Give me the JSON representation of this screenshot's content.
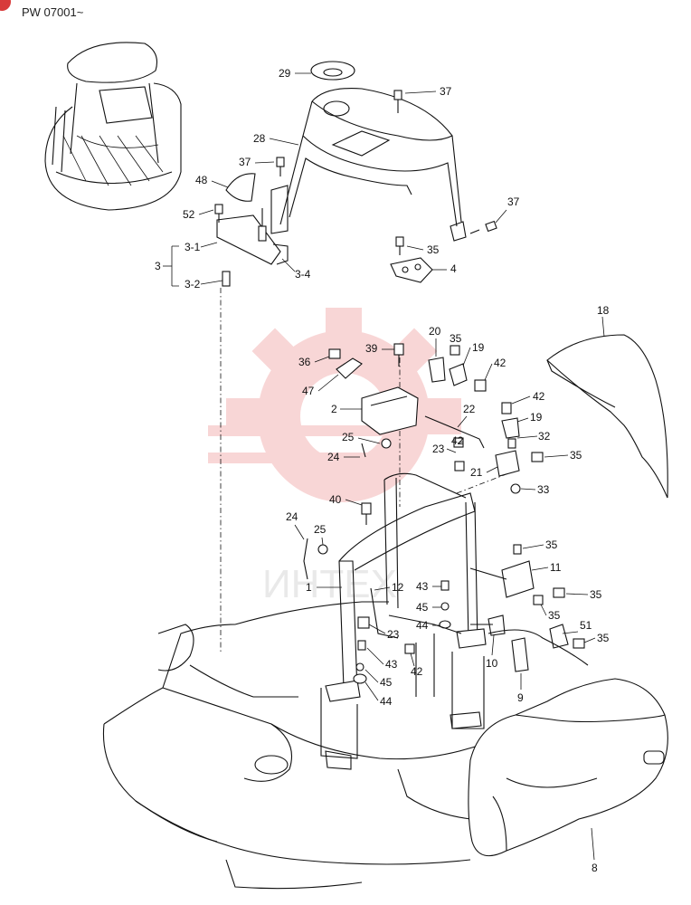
{
  "header": {
    "serial_range": "PW 07001~"
  },
  "watermark": {
    "text": "ИНТЕХ",
    "color": "#f2b5b5"
  },
  "callouts": [
    {
      "id": "c29",
      "label": "29"
    },
    {
      "id": "c37a",
      "label": "37"
    },
    {
      "id": "c28",
      "label": "28"
    },
    {
      "id": "c37b",
      "label": "37"
    },
    {
      "id": "c48",
      "label": "48"
    },
    {
      "id": "c52",
      "label": "52"
    },
    {
      "id": "c37c",
      "label": "37"
    },
    {
      "id": "c35a",
      "label": "35"
    },
    {
      "id": "c4",
      "label": "4"
    },
    {
      "id": "c3-1",
      "label": "3-1"
    },
    {
      "id": "c3",
      "label": "3"
    },
    {
      "id": "c3-2",
      "label": "3-2"
    },
    {
      "id": "c3-4",
      "label": "3-4"
    },
    {
      "id": "c18",
      "label": "18"
    },
    {
      "id": "c20",
      "label": "20"
    },
    {
      "id": "c35b",
      "label": "35"
    },
    {
      "id": "c19a",
      "label": "19"
    },
    {
      "id": "c42a",
      "label": "42"
    },
    {
      "id": "c36",
      "label": "36"
    },
    {
      "id": "c39",
      "label": "39"
    },
    {
      "id": "c47",
      "label": "47"
    },
    {
      "id": "c42b",
      "label": "42"
    },
    {
      "id": "c2",
      "label": "2"
    },
    {
      "id": "c22",
      "label": "22"
    },
    {
      "id": "c19b",
      "label": "19"
    },
    {
      "id": "c25a",
      "label": "25"
    },
    {
      "id": "c42c",
      "label": "42"
    },
    {
      "id": "c32",
      "label": "32"
    },
    {
      "id": "c24a",
      "label": "24"
    },
    {
      "id": "c23a",
      "label": "23"
    },
    {
      "id": "c21",
      "label": "21"
    },
    {
      "id": "c35c",
      "label": "35"
    },
    {
      "id": "c33",
      "label": "33"
    },
    {
      "id": "c40",
      "label": "40"
    },
    {
      "id": "c24b",
      "label": "24"
    },
    {
      "id": "c25b",
      "label": "25"
    },
    {
      "id": "c35d",
      "label": "35"
    },
    {
      "id": "c11",
      "label": "11"
    },
    {
      "id": "c1",
      "label": "1"
    },
    {
      "id": "c12",
      "label": "12"
    },
    {
      "id": "c43a",
      "label": "43"
    },
    {
      "id": "c35e",
      "label": "35"
    },
    {
      "id": "c45a",
      "label": "45"
    },
    {
      "id": "c35f",
      "label": "35"
    },
    {
      "id": "c44a",
      "label": "44"
    },
    {
      "id": "c51",
      "label": "51"
    },
    {
      "id": "c23b",
      "label": "23"
    },
    {
      "id": "c35g",
      "label": "35"
    },
    {
      "id": "c43b",
      "label": "43"
    },
    {
      "id": "c42d",
      "label": "42"
    },
    {
      "id": "c10",
      "label": "10"
    },
    {
      "id": "c45b",
      "label": "45"
    },
    {
      "id": "c9",
      "label": "9"
    },
    {
      "id": "c44b",
      "label": "44"
    },
    {
      "id": "c8",
      "label": "8"
    }
  ]
}
